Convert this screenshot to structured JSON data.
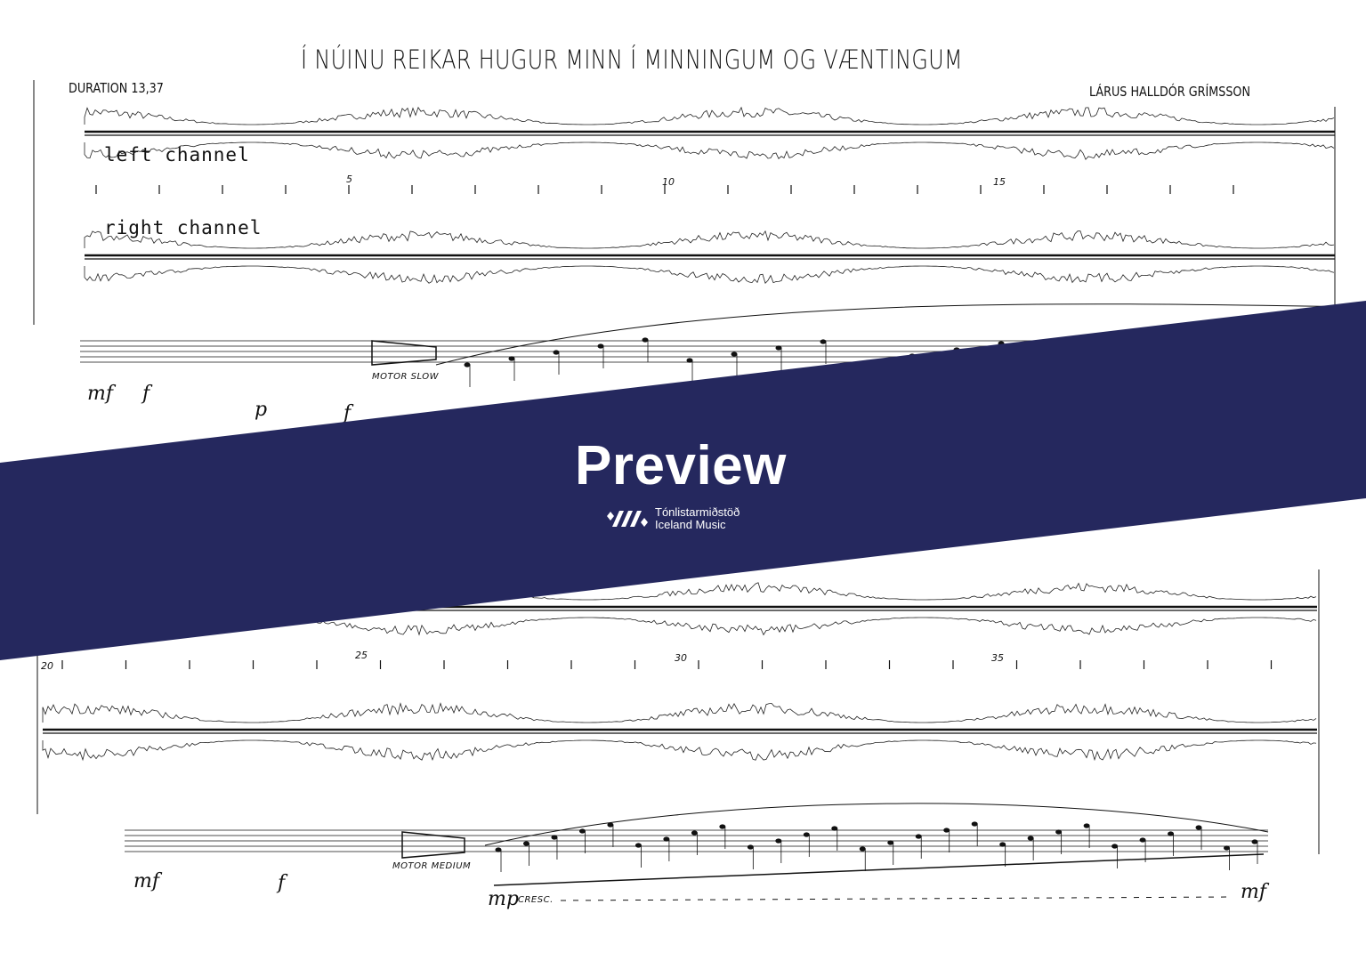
{
  "score": {
    "title": "Í NÚINU REIKAR HUGUR MINN Í MINNINGUM OG VÆNTINGUM",
    "composer": "LÁRUS HALLDÓR GRÍMSSON",
    "duration": "DURATION 13,37",
    "left_channel": "left channel",
    "right_channel": "right channel",
    "measure_numbers_system1": [
      "5",
      "10",
      "15"
    ],
    "measure_numbers_system2": [
      "20",
      "25",
      "30",
      "35"
    ],
    "dynamics_system1": [
      "mf",
      "f",
      "p",
      "f"
    ],
    "motor_slow": "MOTOR SLOW",
    "motor_medium": "MOTOR MEDIUM",
    "dynamics_system2": [
      "mf",
      "f"
    ],
    "cresc_start": "mp",
    "cresc_label": "CRESC.",
    "cresc_end": "mf"
  },
  "banner": {
    "label": "Preview",
    "logo_line1": "Tónlistarmiðstöð",
    "logo_line2": "Iceland Music",
    "color": "#25285e"
  }
}
